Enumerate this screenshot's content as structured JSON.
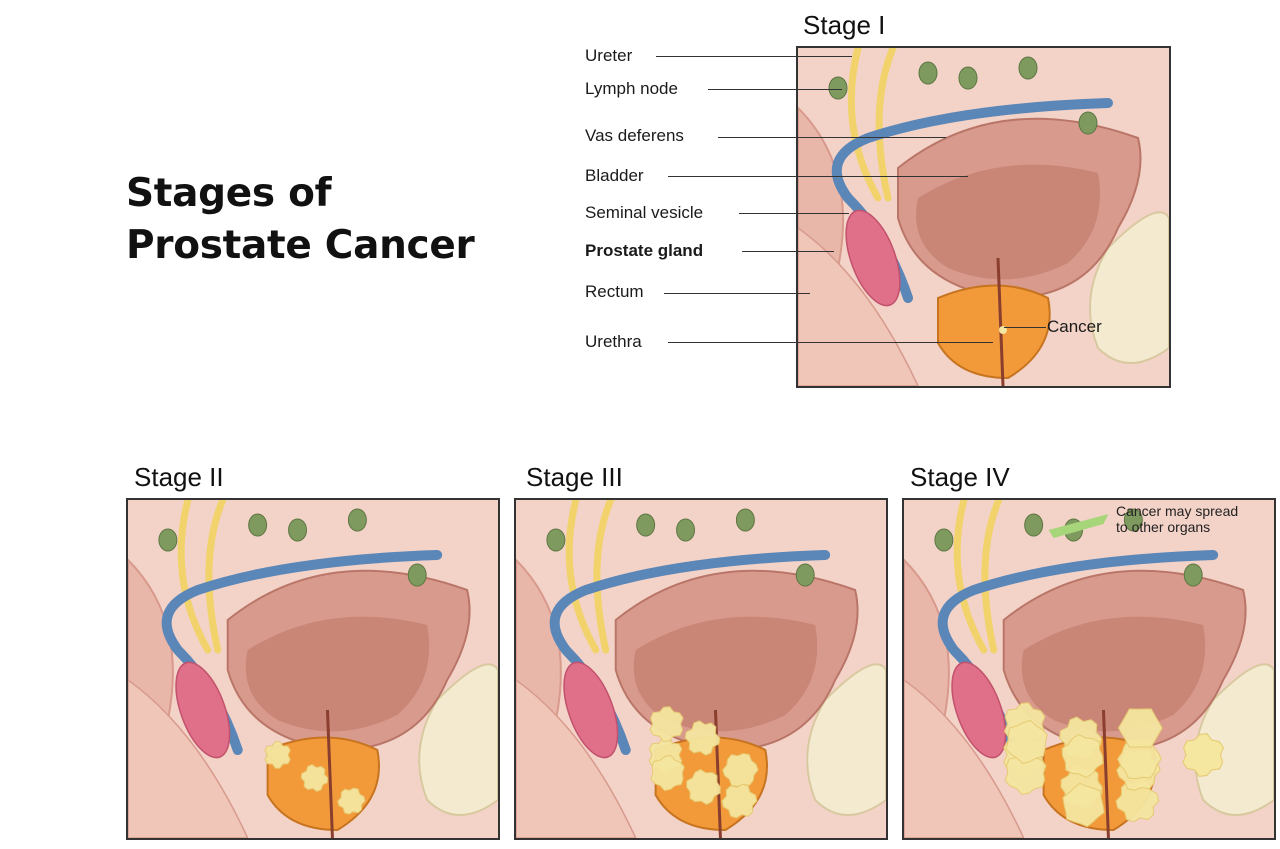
{
  "title": {
    "line1": "Stages of",
    "line2": "Prostate Cancer"
  },
  "stages": [
    {
      "label": "Stage I"
    },
    {
      "label": "Stage II"
    },
    {
      "label": "Stage III"
    },
    {
      "label": "Stage IV"
    }
  ],
  "anatomy_labels": {
    "ureter": "Ureter",
    "lymph_node": "Lymph node",
    "vas_deferens": "Vas deferens",
    "bladder": "Bladder",
    "seminal_vesicle": "Seminal vesicle",
    "prostate_gland": "Prostate gland",
    "rectum": "Rectum",
    "urethra": "Urethra",
    "cancer": "Cancer"
  },
  "stage4_note": {
    "line1": "Cancer may spread",
    "line2": "to other organs"
  },
  "colors": {
    "tissue": "#f3d2c7",
    "bladder": "#d99a8e",
    "bladder_inner": "#c98576",
    "vessel_blue": "#5a86b8",
    "ureter_yellow": "#f2d36b",
    "lymph_green": "#7f9a5f",
    "prostate_orange": "#f29a3a",
    "seminal_pink": "#e0708a",
    "tumor_yellow": "#f5e6a0",
    "note_arrow": "#a7d67a"
  }
}
